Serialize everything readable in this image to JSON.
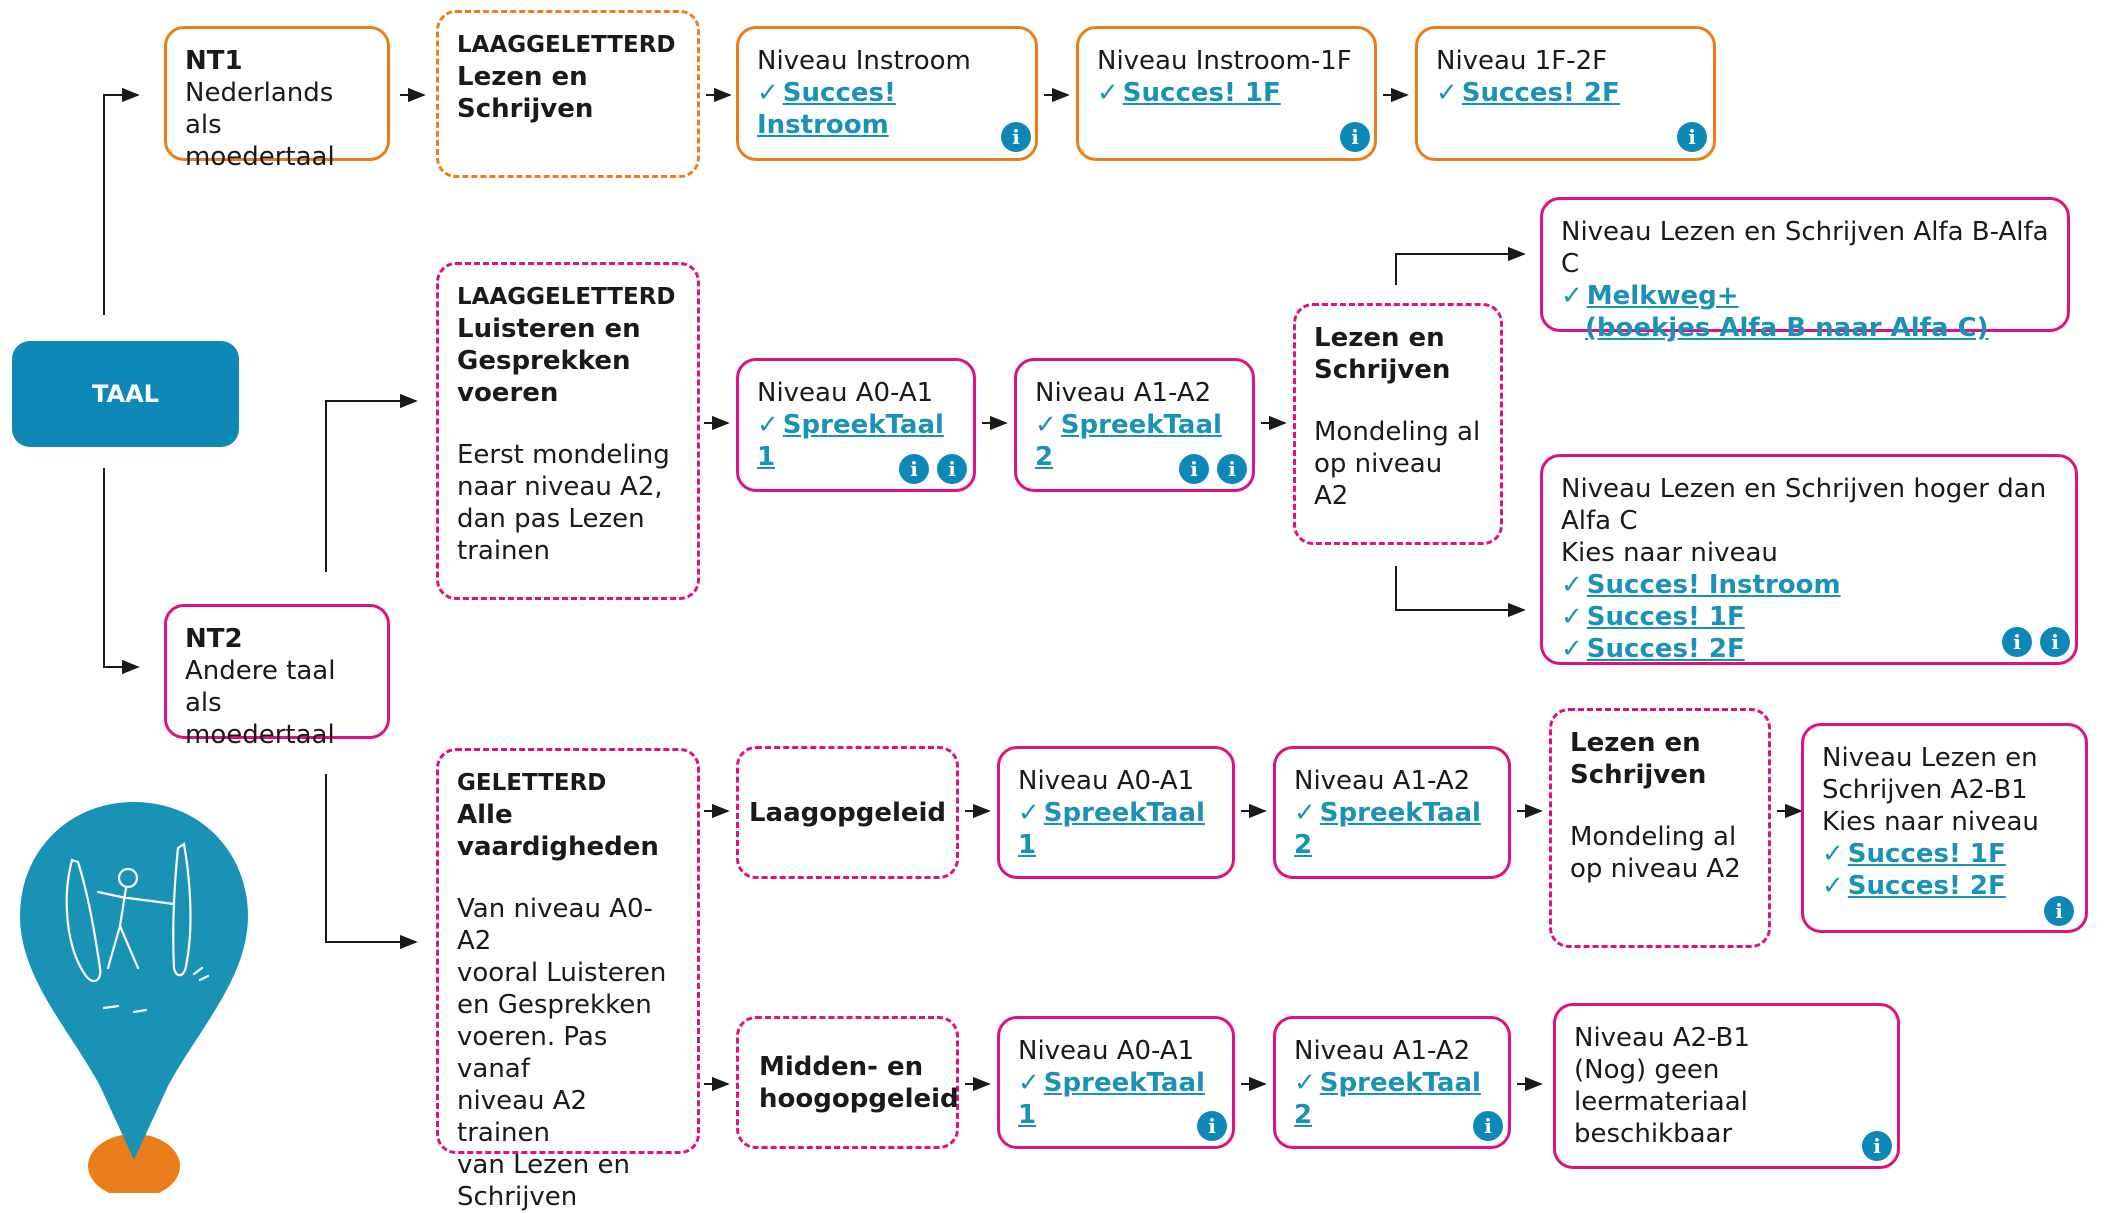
{
  "taal": "TAAL",
  "colors": {
    "orange": "#ec7d1b",
    "pink": "#e0117f",
    "blue": "#0e88b7",
    "link": "#1a92b5"
  },
  "icons": {
    "info": "info-icon",
    "check": "checkmark-icon",
    "logo": "map-pin-logo"
  },
  "info_glyph": "i",
  "check_glyph": "✓",
  "nt1": {
    "box": {
      "title": "NT1",
      "lines": [
        "Nederlands als",
        "moedertaal"
      ]
    },
    "category": {
      "cap": "LAAGGELETTERD",
      "lines": [
        "Lezen en",
        "Schrijven"
      ]
    },
    "steps": [
      {
        "level": "Niveau Instroom",
        "link": "Succes! Instroom"
      },
      {
        "level": "Niveau Instroom-1F",
        "link": "Succes! 1F"
      },
      {
        "level": "Niveau 1F-2F",
        "link": "Succes! 2F"
      }
    ]
  },
  "nt2": {
    "box": {
      "title": "NT2",
      "lines": [
        "Andere taal als",
        "moedertaal"
      ]
    },
    "laag": {
      "category": {
        "cap": "LAAGGELETTERD",
        "lines": [
          "Luisteren en",
          "Gesprekken",
          "voeren"
        ],
        "desc": [
          "Eerst mondeling",
          "naar niveau A2,",
          "dan pas Lezen",
          "trainen"
        ]
      },
      "steps": [
        {
          "level": "Niveau A0-A1",
          "link": "SpreekTaal 1"
        },
        {
          "level": "Niveau A1-A2",
          "link": "SpreekTaal 2"
        }
      ],
      "lezen": {
        "lines": [
          "Lezen en",
          "Schrijven"
        ],
        "desc": [
          "Mondeling al",
          "op niveau A2"
        ]
      },
      "alfa": {
        "title": "Niveau Lezen en Schrijven Alfa B-Alfa C",
        "links": [
          "Melkweg+",
          "(boekjes Alfa B naar Alfa C)"
        ]
      },
      "hoger": {
        "title": "Niveau Lezen en Schrijven hoger dan Alfa C",
        "sub": "Kies naar niveau",
        "links": [
          "Succes! Instroom",
          "Succes! 1F",
          "Succes! 2F"
        ]
      }
    },
    "gel": {
      "category": {
        "cap": "GELETTERD",
        "lines": [
          "Alle",
          "vaardigheden"
        ],
        "desc": [
          "Van niveau A0-A2",
          "vooral Luisteren",
          "en Gesprekken",
          "voeren. Pas vanaf",
          "niveau A2 trainen",
          "van Lezen en",
          "Schrijven"
        ]
      },
      "low": {
        "label": "Laagopgeleid",
        "steps": [
          {
            "level": "Niveau A0-A1",
            "link": "SpreekTaal 1"
          },
          {
            "level": "Niveau A1-A2",
            "link": "SpreekTaal 2"
          }
        ],
        "lezen": {
          "lines": [
            "Lezen en",
            "Schrijven"
          ],
          "desc": [
            "Mondeling al",
            "op niveau A2"
          ]
        },
        "final": {
          "lines": [
            "Niveau Lezen en",
            "Schrijven A2-B1",
            "Kies naar niveau"
          ],
          "links": [
            "Succes! 1F",
            "Succes! 2F"
          ]
        }
      },
      "high": {
        "label": [
          "Midden- en",
          "hoogopgeleid"
        ],
        "steps": [
          {
            "level": "Niveau A0-A1",
            "link": "SpreekTaal 1"
          },
          {
            "level": "Niveau A1-A2",
            "link": "SpreekTaal 2"
          }
        ],
        "final": {
          "lines": [
            "Niveau A2-B1",
            "(Nog) geen leermateriaal",
            "beschikbaar"
          ]
        }
      }
    }
  }
}
